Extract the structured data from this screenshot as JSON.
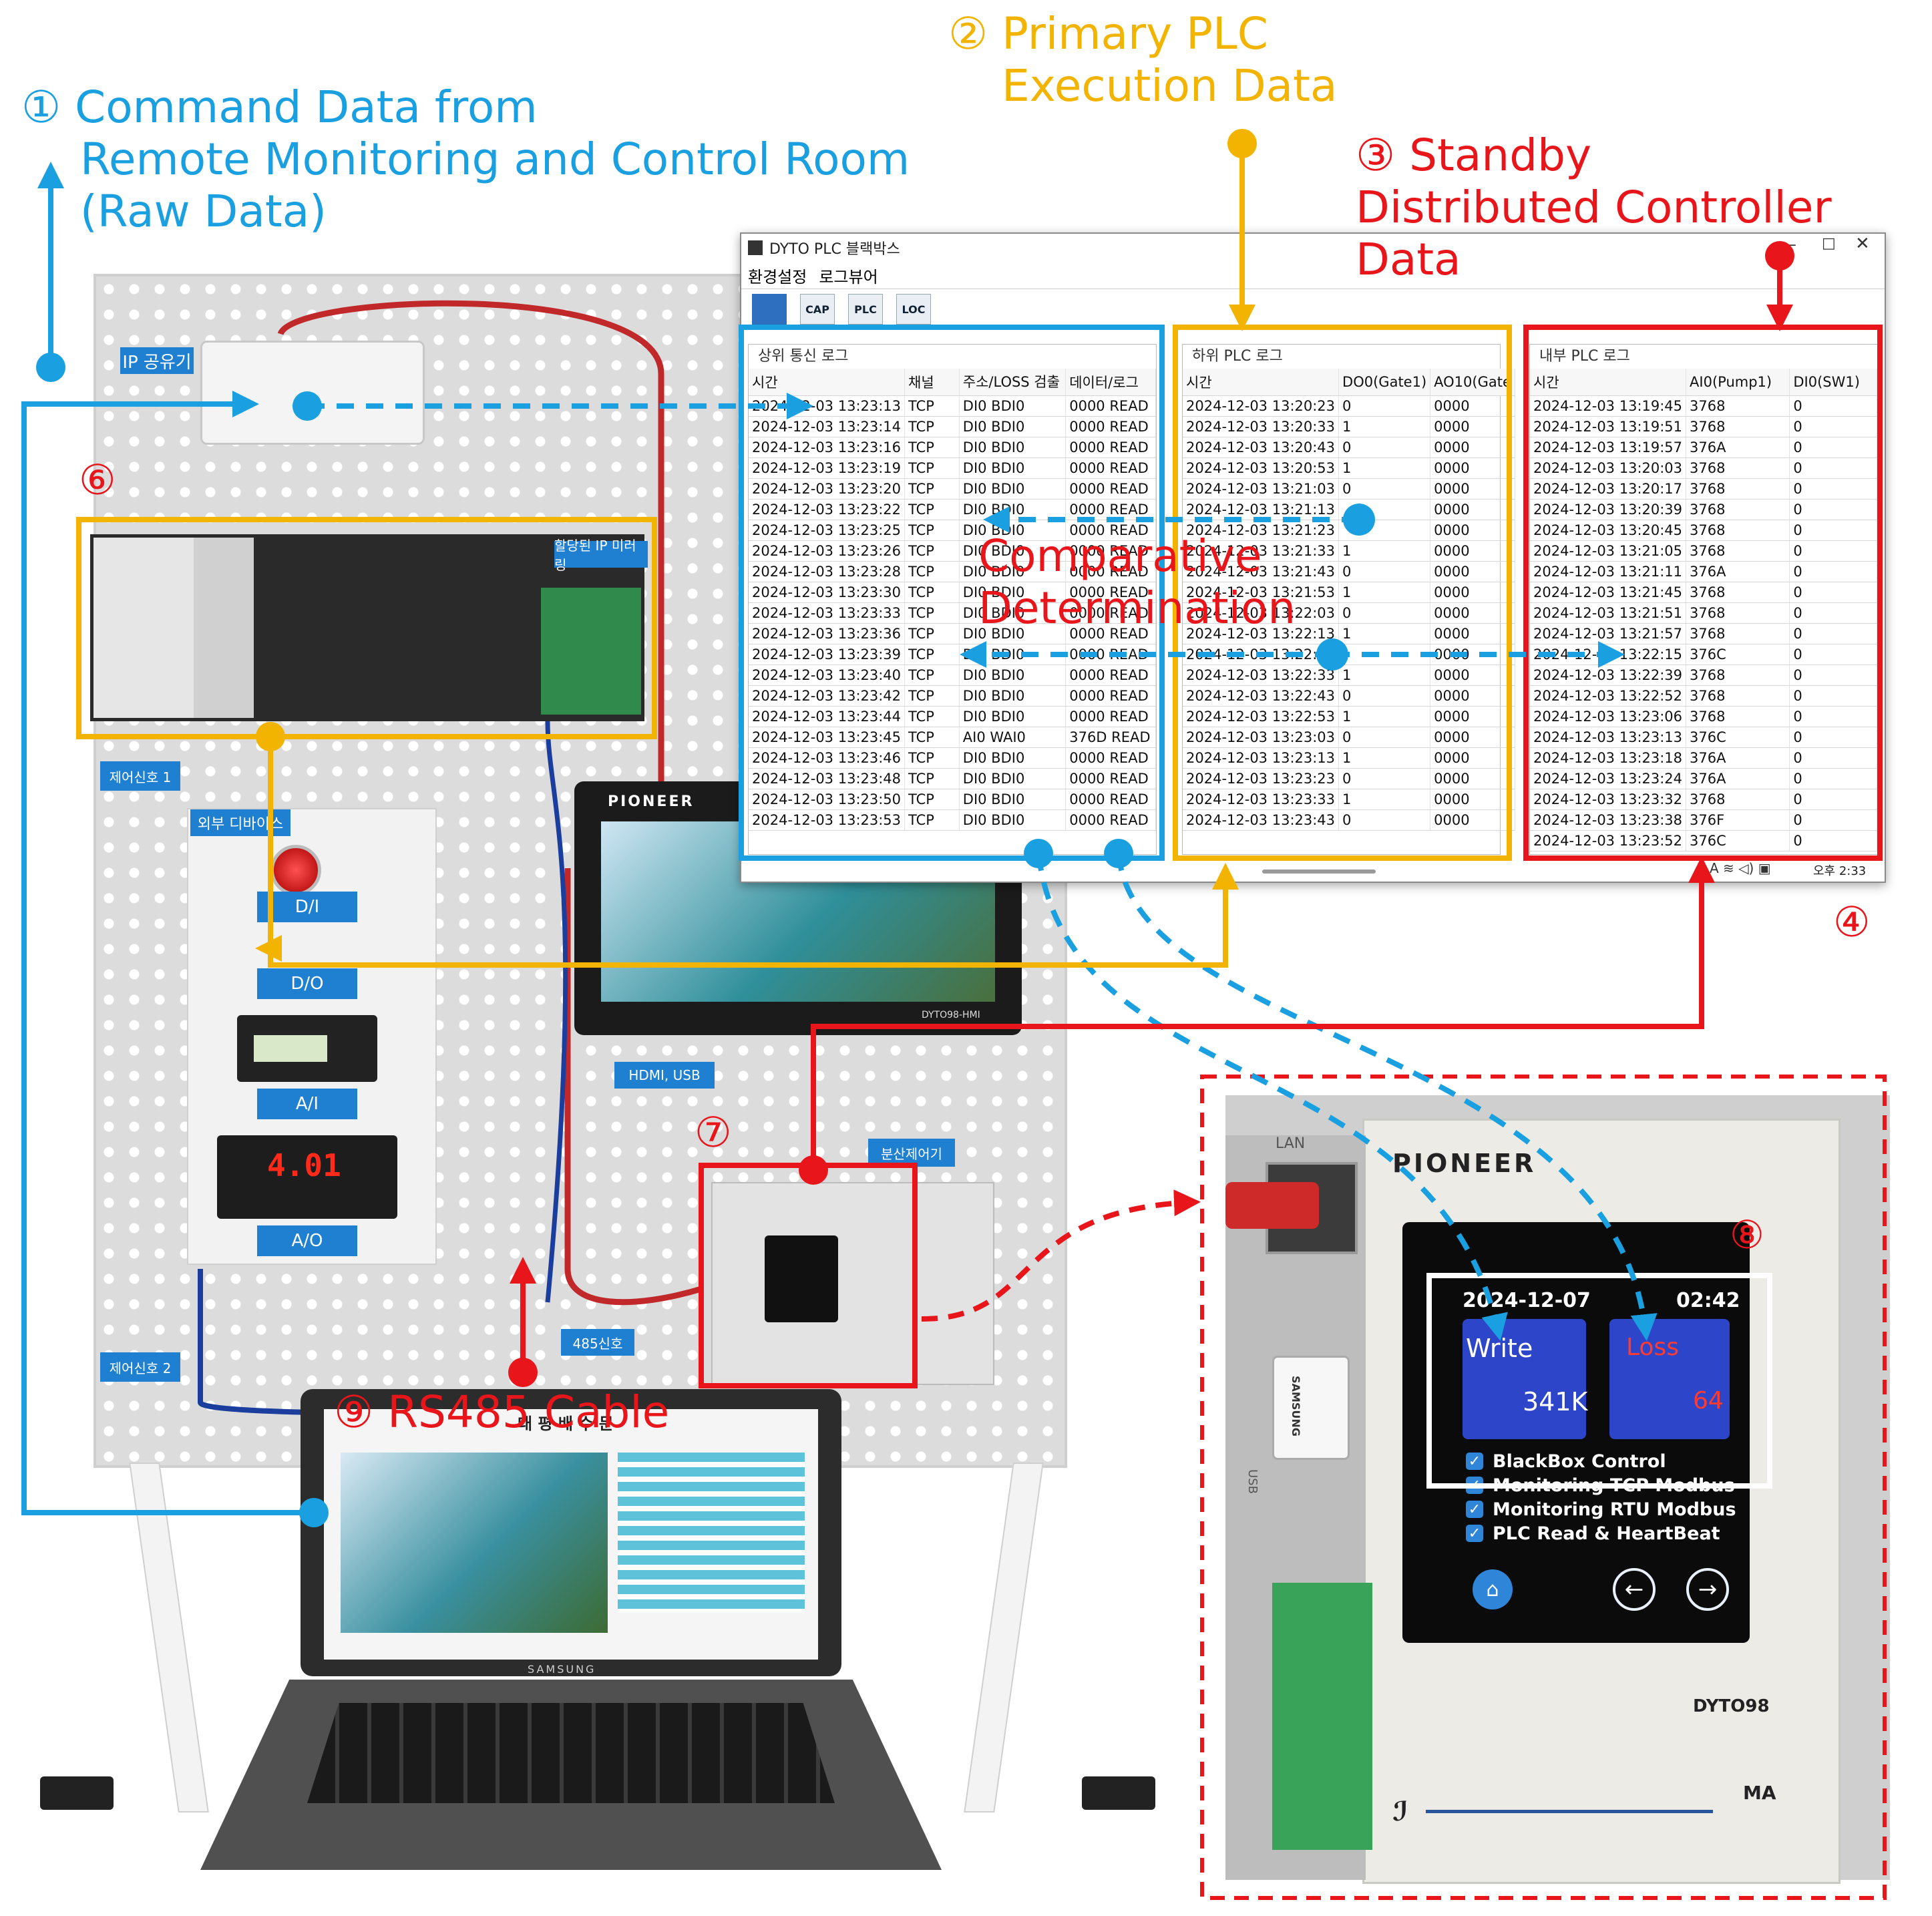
{
  "callouts": {
    "c1": {
      "num": "①",
      "lines": [
        "Command Data from",
        "Remote Monitoring and Control Room",
        "(Raw Data)"
      ]
    },
    "c2": {
      "num": "②",
      "lines": [
        "Primary PLC",
        "Execution Data"
      ]
    },
    "c3": {
      "num": "③",
      "lines": [
        "Standby",
        "Distributed Controller",
        "Data"
      ]
    },
    "c4": {
      "num": "④"
    },
    "c6": {
      "num": "⑥"
    },
    "c7": {
      "num": "⑦"
    },
    "c8": {
      "num": "⑧"
    },
    "c9": {
      "num": "⑨",
      "text": "RS485 Cable"
    },
    "comparative": [
      "Comparative",
      "Determination"
    ]
  },
  "colors": {
    "blue": "#1aa0e0",
    "yellow": "#f2b400",
    "red": "#e8161b"
  },
  "board_labels": {
    "ip_share": "IP 공유기",
    "assigned_ip": "할당된 IP 미러링",
    "ctrl1": "제어신호 1",
    "ctrl2": "제어신호 2",
    "external": "외부 디바이스",
    "di": "D/I",
    "do": "D/O",
    "ai": "A/I",
    "ao": "A/O",
    "hdmi": "HDMI, USB",
    "dist": "분산제어기",
    "rs485": "485신호",
    "meter": "4.01"
  },
  "hmi": {
    "brand": "PIONEER",
    "model": "DYTO98-HMI"
  },
  "laptop": {
    "brand": "SAMSUNG",
    "title": "대 평 배 수 문"
  },
  "window": {
    "title": "DYTO PLC 블랙박스",
    "menu": [
      "환경설정",
      "로그뷰어"
    ],
    "toolbar": [
      "",
      "CAP",
      "PLC",
      "LOC"
    ],
    "status": "오후 2:33"
  },
  "log_upper": {
    "title": "상위 통신 로그",
    "headers": [
      "시간",
      "채널",
      "주소/LOSS 검출",
      "데이터/로그"
    ],
    "rows": [
      [
        "2024-12-03 13:23:13",
        "TCP",
        "DI0 BDI0",
        "0000 READ"
      ],
      [
        "2024-12-03 13:23:14",
        "TCP",
        "DI0 BDI0",
        "0000 READ"
      ],
      [
        "2024-12-03 13:23:16",
        "TCP",
        "DI0 BDI0",
        "0000 READ"
      ],
      [
        "2024-12-03 13:23:19",
        "TCP",
        "DI0 BDI0",
        "0000 READ"
      ],
      [
        "2024-12-03 13:23:20",
        "TCP",
        "DI0 BDI0",
        "0000 READ"
      ],
      [
        "2024-12-03 13:23:22",
        "TCP",
        "DI0 BDI0",
        "0000 READ"
      ],
      [
        "2024-12-03 13:23:25",
        "TCP",
        "DI0 BDI0",
        "0000 READ"
      ],
      [
        "2024-12-03 13:23:26",
        "TCP",
        "DI0 BDI0",
        "0000 READ"
      ],
      [
        "2024-12-03 13:23:28",
        "TCP",
        "DI0 BDI0",
        "0000 READ"
      ],
      [
        "2024-12-03 13:23:30",
        "TCP",
        "DI0 BDI0",
        "0000 READ"
      ],
      [
        "2024-12-03 13:23:33",
        "TCP",
        "DI0 BDI0",
        "0000 READ"
      ],
      [
        "2024-12-03 13:23:36",
        "TCP",
        "DI0 BDI0",
        "0000 READ"
      ],
      [
        "2024-12-03 13:23:39",
        "TCP",
        "DI0 BDI0",
        "0000 READ"
      ],
      [
        "2024-12-03 13:23:40",
        "TCP",
        "DI0 BDI0",
        "0000 READ"
      ],
      [
        "2024-12-03 13:23:42",
        "TCP",
        "DI0 BDI0",
        "0000 READ"
      ],
      [
        "2024-12-03 13:23:44",
        "TCP",
        "DI0 BDI0",
        "0000 READ"
      ],
      [
        "2024-12-03 13:23:45",
        "TCP",
        "AI0 WAI0",
        "376D READ"
      ],
      [
        "2024-12-03 13:23:46",
        "TCP",
        "DI0 BDI0",
        "0000 READ"
      ],
      [
        "2024-12-03 13:23:48",
        "TCP",
        "DI0 BDI0",
        "0000 READ"
      ],
      [
        "2024-12-03 13:23:50",
        "TCP",
        "DI0 BDI0",
        "0000 READ"
      ],
      [
        "2024-12-03 13:23:53",
        "TCP",
        "DI0 BDI0",
        "0000 READ"
      ]
    ]
  },
  "log_lower": {
    "title": "하위 PLC 로그",
    "headers": [
      "시간",
      "DO0(Gate1)",
      "AO10(Gate"
    ],
    "rows": [
      [
        "2024-12-03 13:20:23",
        "0",
        "0000"
      ],
      [
        "2024-12-03 13:20:33",
        "1",
        "0000"
      ],
      [
        "2024-12-03 13:20:43",
        "0",
        "0000"
      ],
      [
        "2024-12-03 13:20:53",
        "1",
        "0000"
      ],
      [
        "2024-12-03 13:21:03",
        "0",
        "0000"
      ],
      [
        "2024-12-03 13:21:13",
        "",
        "0000"
      ],
      [
        "2024-12-03 13:21:23",
        "",
        "0000"
      ],
      [
        "2024-12-03 13:21:33",
        "1",
        "0000"
      ],
      [
        "2024-12-03 13:21:43",
        "0",
        "0000"
      ],
      [
        "2024-12-03 13:21:53",
        "1",
        "0000"
      ],
      [
        "2024-12-03 13:22:03",
        "0",
        "0000"
      ],
      [
        "2024-12-03 13:22:13",
        "1",
        "0000"
      ],
      [
        "2024-12-03 13:22:23",
        "",
        "0000"
      ],
      [
        "2024-12-03 13:22:33",
        "1",
        "0000"
      ],
      [
        "2024-12-03 13:22:43",
        "0",
        "0000"
      ],
      [
        "2024-12-03 13:22:53",
        "1",
        "0000"
      ],
      [
        "2024-12-03 13:23:03",
        "0",
        "0000"
      ],
      [
        "2024-12-03 13:23:13",
        "1",
        "0000"
      ],
      [
        "2024-12-03 13:23:23",
        "0",
        "0000"
      ],
      [
        "2024-12-03 13:23:33",
        "1",
        "0000"
      ],
      [
        "2024-12-03 13:23:43",
        "0",
        "0000"
      ]
    ]
  },
  "log_internal": {
    "title": "내부 PLC 로그",
    "headers": [
      "시간",
      "AI0(Pump1)",
      "DI0(SW1)"
    ],
    "rows": [
      [
        "2024-12-03 13:19:45",
        "3768",
        "0"
      ],
      [
        "2024-12-03 13:19:51",
        "3768",
        "0"
      ],
      [
        "2024-12-03 13:19:57",
        "376A",
        "0"
      ],
      [
        "2024-12-03 13:20:03",
        "3768",
        "0"
      ],
      [
        "2024-12-03 13:20:17",
        "3768",
        "0"
      ],
      [
        "2024-12-03 13:20:39",
        "3768",
        "0"
      ],
      [
        "2024-12-03 13:20:45",
        "3768",
        "0"
      ],
      [
        "2024-12-03 13:21:05",
        "3768",
        "0"
      ],
      [
        "2024-12-03 13:21:11",
        "376A",
        "0"
      ],
      [
        "2024-12-03 13:21:45",
        "3768",
        "0"
      ],
      [
        "2024-12-03 13:21:51",
        "3768",
        "0"
      ],
      [
        "2024-12-03 13:21:57",
        "3768",
        "0"
      ],
      [
        "2024-12-03 13:22:15",
        "376C",
        "0"
      ],
      [
        "2024-12-03 13:22:39",
        "3768",
        "0"
      ],
      [
        "2024-12-03 13:22:52",
        "3768",
        "0"
      ],
      [
        "2024-12-03 13:23:06",
        "3768",
        "0"
      ],
      [
        "2024-12-03 13:23:13",
        "376C",
        "0"
      ],
      [
        "2024-12-03 13:23:18",
        "376A",
        "0"
      ],
      [
        "2024-12-03 13:23:24",
        "376A",
        "0"
      ],
      [
        "2024-12-03 13:23:32",
        "3768",
        "0"
      ],
      [
        "2024-12-03 13:23:38",
        "376F",
        "0"
      ],
      [
        "2024-12-03 13:23:52",
        "376C",
        "0"
      ]
    ]
  },
  "device": {
    "brand": "PIONEER",
    "port_lan": "LAN",
    "port_usb": "USB",
    "usb_stick": "SAMSUNG",
    "date": "2024-12-07",
    "time": "02:42",
    "write_label": "Write",
    "write_value": "341K",
    "loss_label": "Loss",
    "loss_value": "64",
    "checks": [
      "BlackBox Control",
      "Monitoring TCP Modbus",
      "Monitoring RTU Modbus",
      "PLC Read & HeartBeat"
    ],
    "model": "DYTO98",
    "variant": "MA"
  }
}
